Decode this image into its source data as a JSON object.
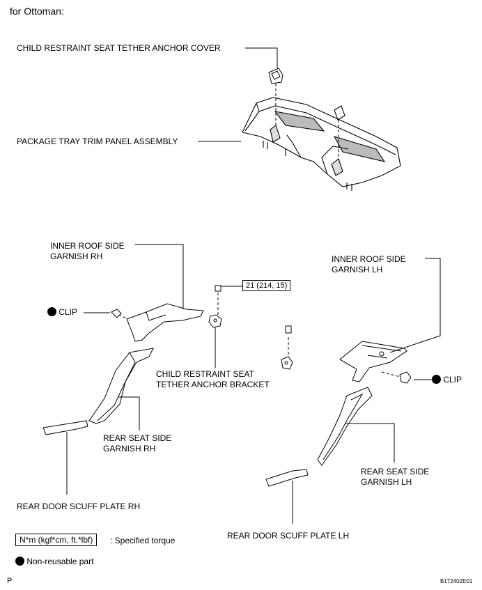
{
  "title": "for Ottoman:",
  "labels": {
    "anchor_cover": "CHILD RESTRAINT SEAT TETHER ANCHOR COVER",
    "package_tray": "PACKAGE TRAY TRIM PANEL ASSEMBLY",
    "inner_roof_rh": [
      "INNER ROOF SIDE",
      "GARNISH RH"
    ],
    "inner_roof_lh": [
      "INNER ROOF SIDE",
      "GARNISH LH"
    ],
    "clip_rh": "CLIP",
    "clip_lh": "CLIP",
    "anchor_bracket": [
      "CHILD RESTRAINT SEAT",
      "TETHER ANCHOR BRACKET"
    ],
    "rear_seat_rh": [
      "REAR SEAT SIDE",
      "GARNISH RH"
    ],
    "rear_seat_lh": [
      "REAR SEAT SIDE",
      "GARNISH LH"
    ],
    "scuff_rh": "REAR DOOR SCUFF PLATE RH",
    "scuff_lh": "REAR DOOR SCUFF PLATE LH"
  },
  "torque": "21 (214, 15)",
  "legend": {
    "unit_box": "N*m (kgf*cm, ft.*lbf)",
    "unit_text": ": Specified torque",
    "nonreusable": "Non-reusable part"
  },
  "corner_p": "P",
  "figure_id": "B172402E01"
}
